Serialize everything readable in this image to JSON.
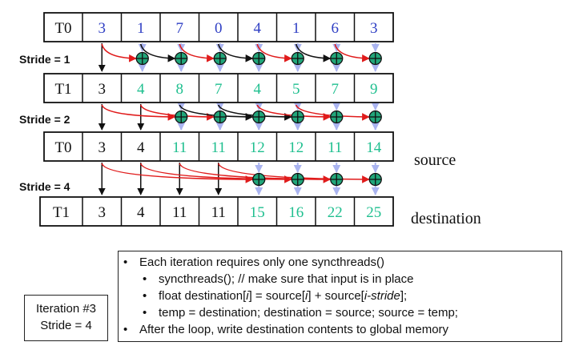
{
  "rows": [
    {
      "label": "T0",
      "cells": [
        "3",
        "1",
        "7",
        "0",
        "4",
        "1",
        "6",
        "3"
      ],
      "updated_from": 0
    },
    {
      "label": "T1",
      "cells": [
        "3",
        "4",
        "8",
        "7",
        "4",
        "5",
        "7",
        "9"
      ],
      "updated_from": 1
    },
    {
      "label": "T0",
      "cells": [
        "3",
        "4",
        "11",
        "11",
        "12",
        "12",
        "11",
        "14"
      ],
      "updated_from": 2
    },
    {
      "label": "T1",
      "cells": [
        "3",
        "4",
        "11",
        "11",
        "15",
        "16",
        "22",
        "25"
      ],
      "updated_from": 4
    }
  ],
  "strides": [
    {
      "label": "Stride = 1",
      "value": 1
    },
    {
      "label": "Stride = 2",
      "value": 2
    },
    {
      "label": "Stride = 4",
      "value": 4
    }
  ],
  "labels": {
    "source": "source",
    "destination": "destination"
  },
  "iteration": {
    "line1": "Iteration #3",
    "line2": "Stride = 4"
  },
  "notes": {
    "n1": "Each iteration requires only one syncthreads()",
    "n2": "syncthreads(); // make sure that input is in place",
    "n3a": "float destination[",
    "n3b": "i",
    "n3c": "] = source[",
    "n3d": "i",
    "n3e": "] + source[",
    "n3f": "i-stride",
    "n3g": "];",
    "n4": "temp = destination; destination = source; source = temp;",
    "n5": "After the loop, write destination contents to global memory"
  },
  "colors": {
    "first_row_value": "#2f3fc4",
    "updated_value": "#1fbf8f",
    "plain_value": "#111111",
    "highlight_arrow": "#e01b1b",
    "adder_fill": "#21a67a",
    "down_arrow": "#aab4f0"
  },
  "icons": {
    "adder": "plus-circle-icon",
    "bullet": "bullet-dot"
  }
}
